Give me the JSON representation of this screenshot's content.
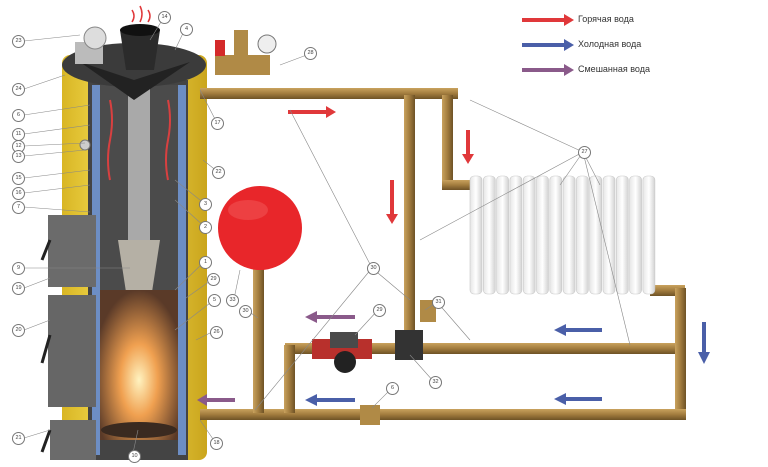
{
  "title": "Схема подключения котла к системе отопления",
  "legend": [
    {
      "label": "Горячая вода",
      "color": "#e0383a"
    },
    {
      "label": "Холодная вода",
      "color": "#4a5fa8"
    },
    {
      "label": "Смешанная вода",
      "color": "#8a5a8a"
    }
  ],
  "colors": {
    "boiler_body": "#f2d33a",
    "pipe": "#a27c3e",
    "tank": "#e8262a",
    "inner": "#3a3a3a",
    "insulation": "#6d8ec4"
  },
  "callouts": [
    "23",
    "14",
    "4",
    "24",
    "6",
    "11",
    "12",
    "13",
    "15",
    "16",
    "7",
    "17",
    "22",
    "3",
    "2",
    "9",
    "19",
    "1",
    "29",
    "5",
    "20",
    "26",
    "21",
    "10",
    "18",
    "33",
    "30",
    "28",
    "27",
    "30",
    "31",
    "29",
    "32",
    "6"
  ]
}
